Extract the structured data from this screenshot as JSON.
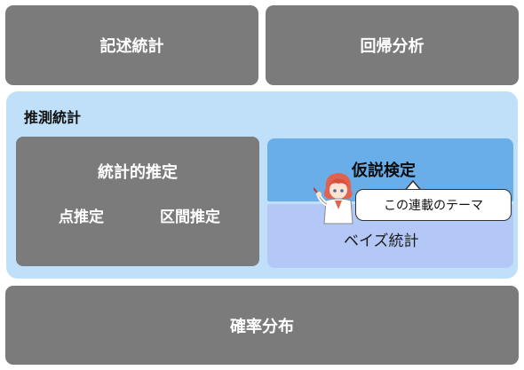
{
  "boxes": {
    "descriptive": "記述統計",
    "regression": "回帰分析",
    "inferential": "推測統計",
    "estimation": "統計的推定",
    "point_estimation": "点推定",
    "interval_estimation": "区間推定",
    "hypothesis_testing": "仮説検定",
    "bayesian": "ベイズ統計",
    "probability_distribution": "確率分布"
  },
  "callout": {
    "text": "この連載のテーマ"
  },
  "icons": {
    "mascot": "mascot-character-icon"
  },
  "colors": {
    "gray_box": "#7b7b7b",
    "inferential_panel": "#bfe0f8",
    "hypothesis": "#6aaee9",
    "bayesian": "#b4c8f7"
  }
}
